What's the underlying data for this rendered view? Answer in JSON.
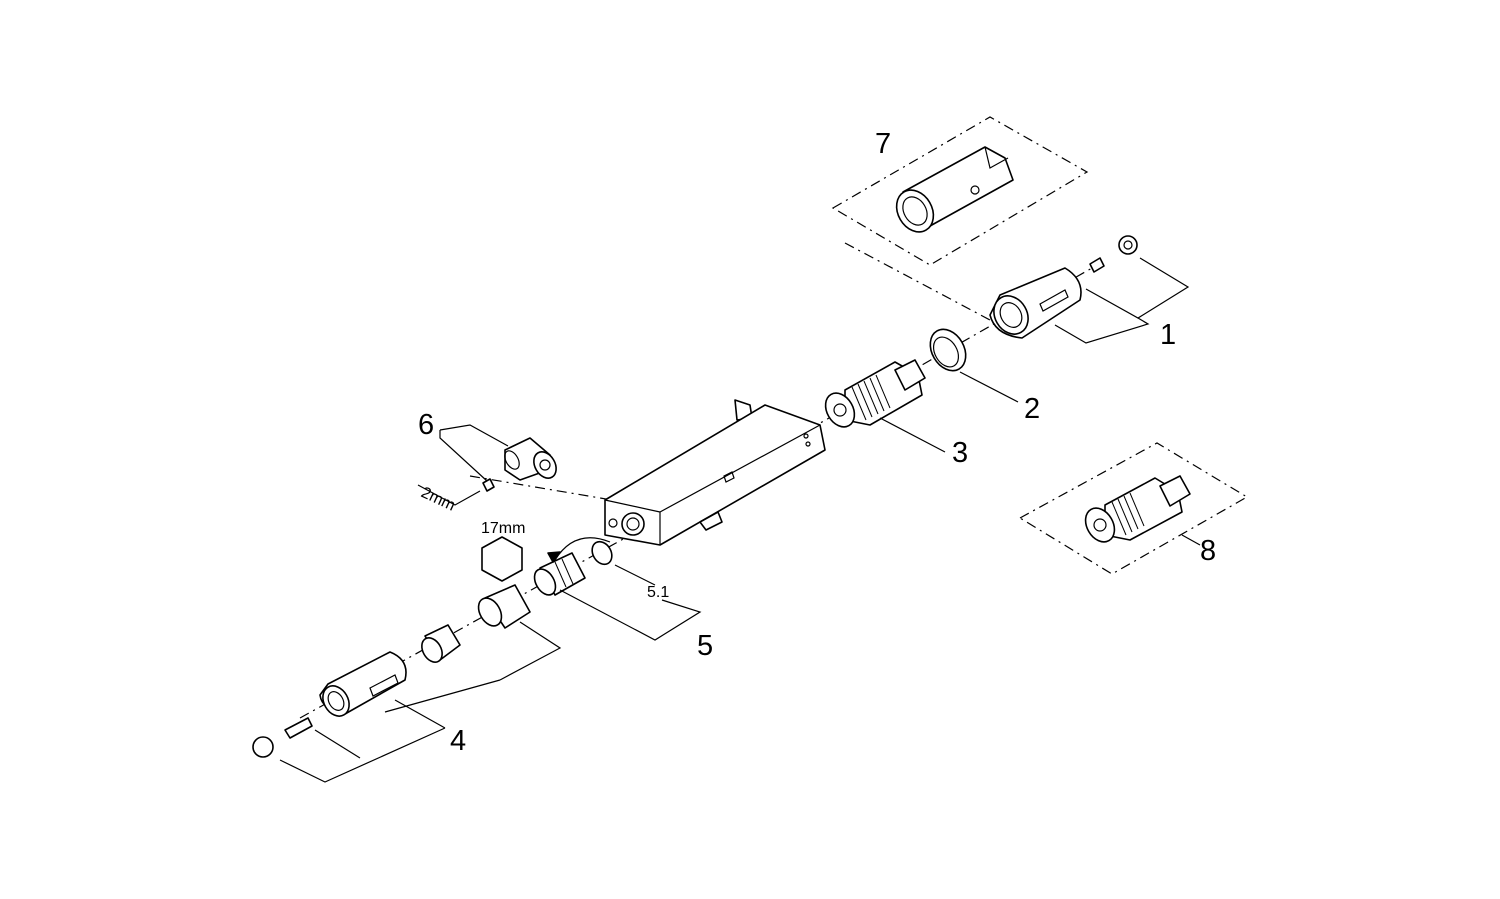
{
  "callouts": {
    "c1": "1",
    "c2": "2",
    "c3": "3",
    "c4": "4",
    "c5": "5",
    "c5_1": "5.1",
    "c6": "6",
    "c7": "7",
    "c8": "8"
  },
  "tool_sizes": {
    "hex_key": "2mm",
    "wrench": "17mm"
  },
  "colors": {
    "line": "#000000",
    "background": "#ffffff"
  }
}
